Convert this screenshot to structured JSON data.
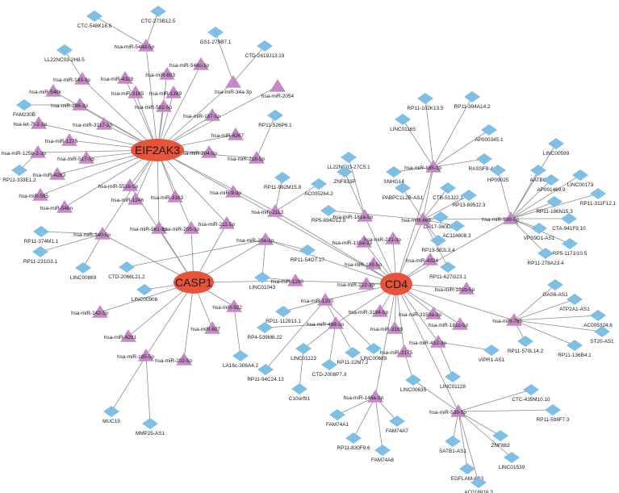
{
  "colors": {
    "hub": "#e8543a",
    "mirna": "#c58ac6",
    "lncrna": "#7fbfe3",
    "edge": "#8c8c8c"
  },
  "hubs": [
    {
      "id": "EIF2AK3",
      "label": "EIF2AK3"
    },
    {
      "id": "CASP1",
      "label": "CASP1"
    },
    {
      "id": "CD4",
      "label": "CD4"
    }
  ],
  "mirnas": [
    "hsa-miR-548d-5p",
    "hsa-miR-34a-3p",
    "hsa-miR-548c-3p",
    "hsa-miR-603",
    "hsa-miR-4328",
    "hsa-miR-2054",
    "hsa-miR-143-3p",
    "hsa-miR-548k",
    "hsa-miR-3185",
    "hsa-miR-1289",
    "hsa-miR-296-3p",
    "hsa-miR-582-5p",
    "hsa-miR-187-5p",
    "hsa-let-7f-2-3p",
    "hsa-miR-3117-3p",
    "hsa-miR-1275",
    "hsa-miR-4267",
    "hsa-miR-204-5p",
    "hsa-miR-125b-2-3p",
    "hsa-miR-517-5p",
    "hsa-miR-218-5p",
    "hsa-miR-4263",
    "hsa-miR-595",
    "hsa-miR-551b-5p",
    "hsa-miR-548n",
    "hsa-miR-1246",
    "hsa-miR-3163",
    "hsa-miR-9-3p",
    "hsa-miR-2113",
    "hsa-miR-561-3p",
    "hsa-miR-205-3p",
    "hsa-miR-211-5p",
    "hsa-miR-340-5p",
    "hsa-miR-20a-3p",
    "hsa-miR-142-5p",
    "hsa-miR-922",
    "hsa-miR-4291",
    "hsa-miR-607",
    "hsa-miR-185-5p",
    "hsa-miR-202-5p",
    "hsa-miR-1290",
    "hsa-miR-1200",
    "hsa-miR-222-3p",
    "hsa-miR-498-3p",
    "hsa-miR-3194-5p",
    "hsa-miR-3199",
    "hsa-miR-3150a-3p",
    "hsa-miR-181a-5p",
    "hsa-miR-135a-3p",
    "hsa-miR-105-5p",
    "hsa-miR-221-3p",
    "hsa-miR-4324",
    "hsa-miR-665",
    "hsa-miR-185-3p",
    "hsa-miR-939-5p",
    "hsa-miR-181b-5p",
    "hsa-miR-181c-5p",
    "hsa-miR-765",
    "hsa-miR-452-3p",
    "hsa-miR-3175",
    "hsa-miR-146a-3p",
    "hsa-miR-539-5p"
  ],
  "lncrnas": [
    "CTC-548K16.6",
    "CTC-273B12.5",
    "GS1-279B7.1",
    "CTD-2619J13.19",
    "LL22NC03-2H8.5",
    "FAM230B",
    "RP11-526P6.1",
    "RP11-982M15.8",
    "AC005264.2",
    "RP11-333E1.2",
    "RP11-374M1.1",
    "RP11-231G3.1",
    "LINC00869",
    "CTD-2066L21.2",
    "RP11-54O7.17",
    "LINC00906",
    "LINC01043",
    "RP11-112913.1",
    "RP4-539M6.22",
    "LA16c-306A4.2",
    "MUC19",
    "MMP25-AS1",
    "RP11-94C24.13",
    "LINC01123",
    "CTD-2008P7.3",
    "C10orf91",
    "RP11-22M7.2",
    "LINC00689",
    "RP11-102K13.5",
    "RP11-394A14.2",
    "LINC01165",
    "AP000345.1",
    "LL22NC03-27C5.1",
    "ZNF833P",
    "SNHG14",
    "RASSF8-AS1",
    "LINC00599",
    "PABPC1L2B-AS1",
    "CTB-51J22.1",
    "HP09025",
    "AATBC",
    "AP001469.9",
    "LINC00173",
    "RP5-894D12.5",
    "RP13-895J2.3",
    "CH17-360D5.1",
    "AC114808.3",
    "RP11-186N15.3",
    "RP11-311F12.1",
    "CTA-941F9.10",
    "VPS9D1-AS1",
    "RP13-582L3.4",
    "RP5-1171I10.5",
    "RP11-278A23.4",
    "RP11-627G23.1",
    "GAS6-AS1",
    "ATP2A1-AS1",
    "AC005324.6",
    "ST20-AS1",
    "RP11-570L14.2",
    "RP11-136B4.1",
    "VIPR1-AS1",
    "LINC01128",
    "LINC00635",
    "CTC-435M10.10",
    "RP11-598F7.3",
    "FAM74A1",
    "FAM74A7",
    "RP11-830F9.6",
    "FAM74A6",
    "SATB1-AS1",
    "ZNF883",
    "EGFLAM-AS3",
    "LINC01539",
    "AC018816.3"
  ]
}
